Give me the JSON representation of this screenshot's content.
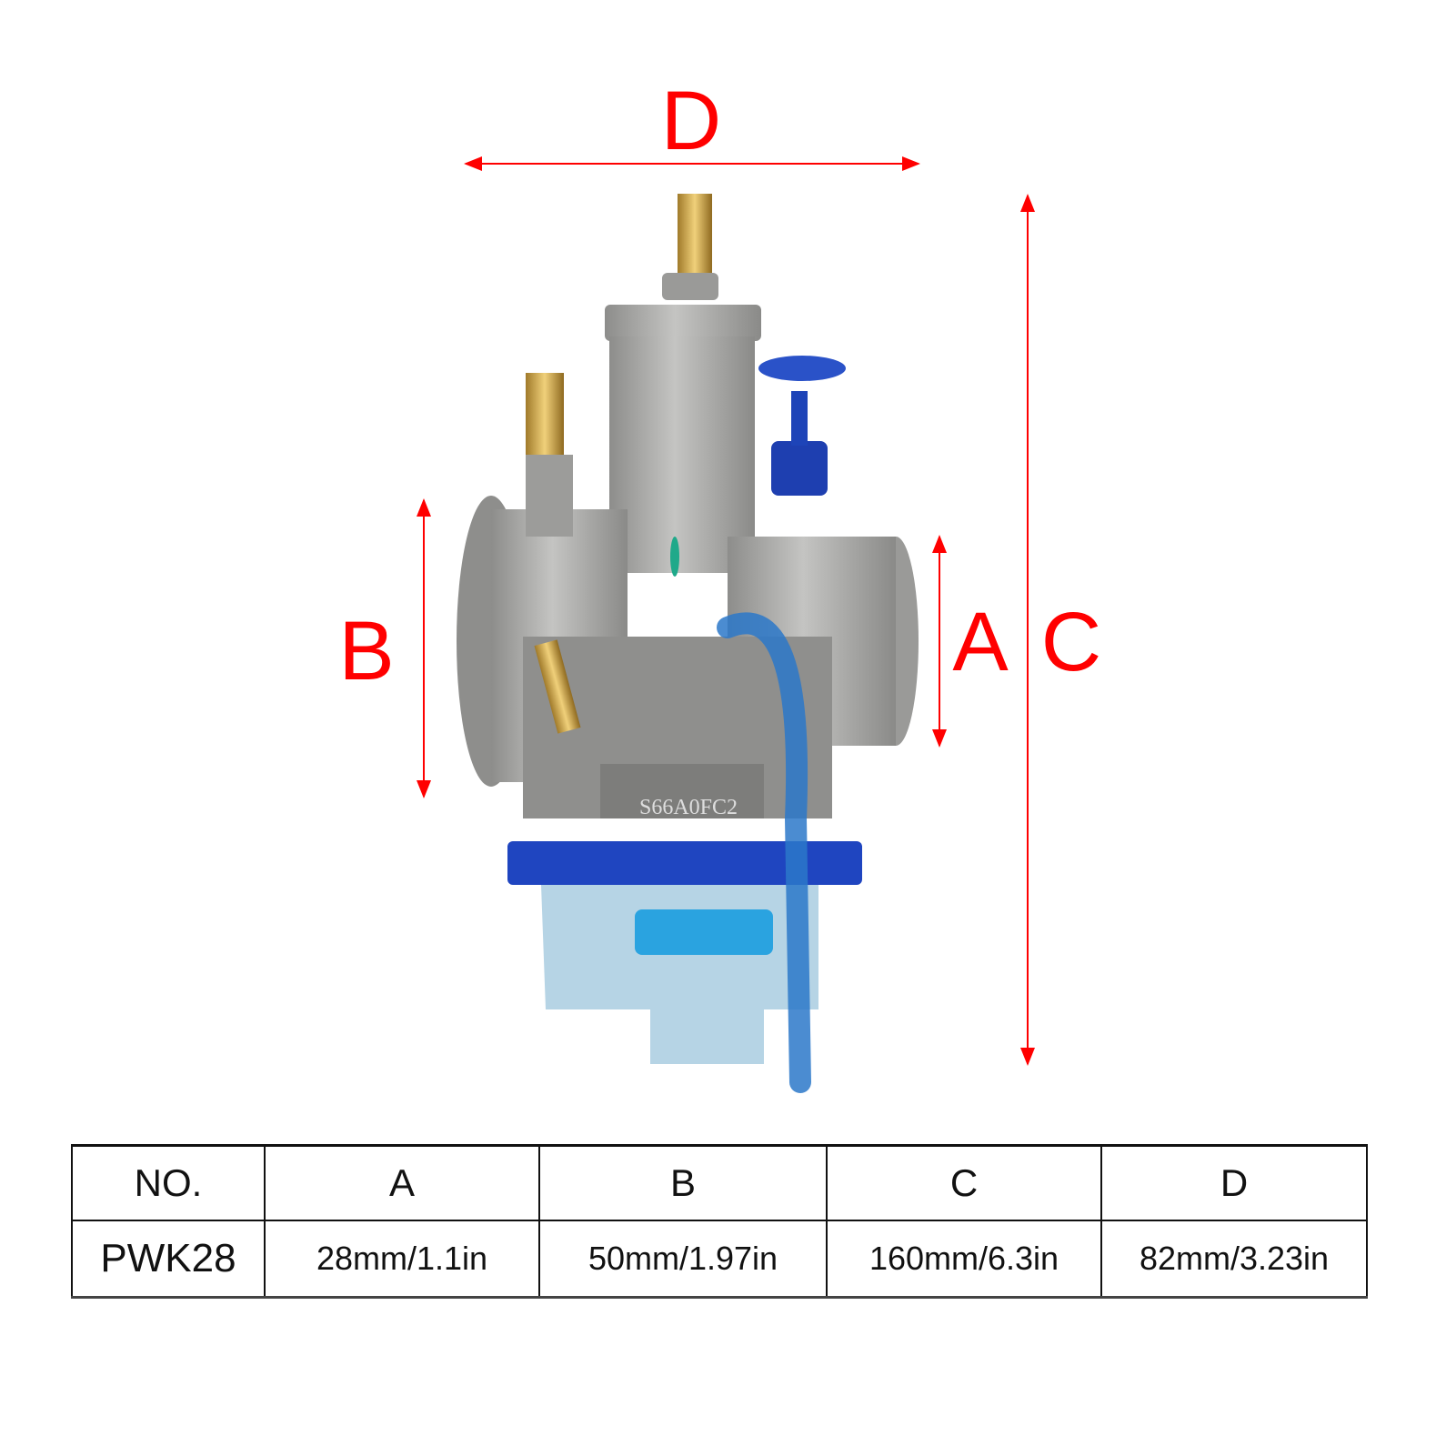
{
  "diagram": {
    "labels": {
      "A": "A",
      "B": "B",
      "C": "C",
      "D": "D"
    },
    "engraving": "S66A0FC2",
    "colors": {
      "dimension": "#ff0000",
      "body": "#a9a9a7",
      "blue": "#1e44b8"
    }
  },
  "table": {
    "headers": [
      "NO.",
      "A",
      "B",
      "C",
      "D"
    ],
    "rows": [
      [
        "PWK28",
        "28mm/1.1in",
        "50mm/1.97in",
        "160mm/6.3in",
        "82mm/3.23in"
      ]
    ]
  }
}
